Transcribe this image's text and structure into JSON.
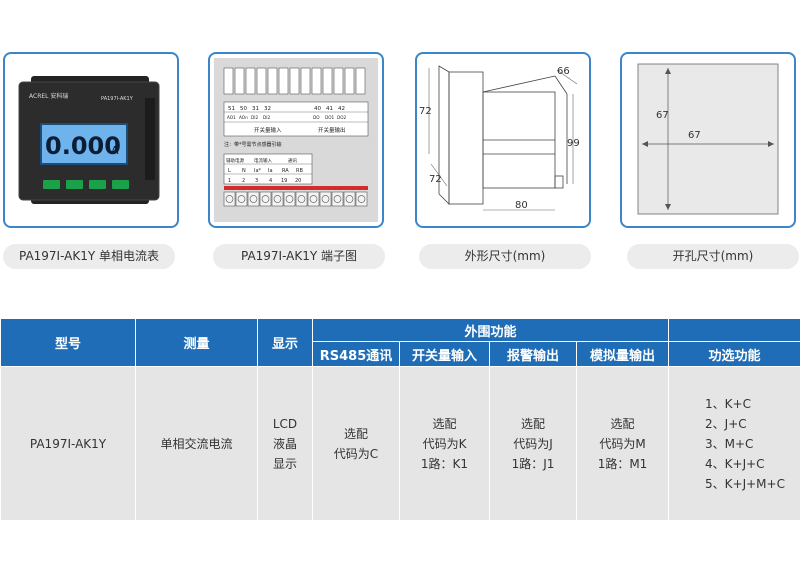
{
  "images": {
    "meter": {
      "brand": "ACREL 安科瑞",
      "model_label": "PA197I-AK1Y",
      "display_value": "0.000",
      "display_unit": "A"
    },
    "terminal": {
      "top_numbers": [
        "51",
        "50",
        "31",
        "32",
        "40",
        "41",
        "42"
      ],
      "top_codes": [
        "AO1",
        "AOn",
        "DI2",
        "DI2",
        "DO",
        "DO1",
        "DO2"
      ],
      "section_in": "开关量输入",
      "section_out": "开关量输出",
      "note": "注：带*号需节点感器引输",
      "bottom_groups": [
        "辅助电源",
        "电流输入",
        "通讯"
      ],
      "bottom_labels": [
        "L",
        "N",
        "Ia*",
        "Ia",
        "RA",
        "RB"
      ],
      "bottom_numbers": [
        "1",
        "2",
        "3",
        "4",
        "19",
        "20"
      ]
    },
    "outline": {
      "dim_top": "66",
      "dim_left": "72",
      "dim_bottom_left": "72",
      "dim_right": "99",
      "dim_bottom": "80"
    },
    "cutout": {
      "dim_vertical": "67",
      "dim_horizontal": "67"
    }
  },
  "captions": {
    "c1": "PA197I-AK1Y 单相电流表",
    "c2": "PA197I-AK1Y 端子图",
    "c3": "外形尺寸(mm)",
    "c4": "开孔尺寸(mm)"
  },
  "table": {
    "headers": {
      "model": "型号",
      "measure": "测量",
      "display": "显示",
      "peripheral": "外围功能",
      "rs485": "RS485通讯",
      "switch_in": "开关量输入",
      "alarm_out": "报警输出",
      "analog_out": "模拟量输出",
      "optional": "功选功能"
    },
    "row": {
      "model": "PA197I-AK1Y",
      "measure": "单相交流电流",
      "display": [
        "LCD",
        "液晶",
        "显示"
      ],
      "rs485": [
        "选配",
        "代码为C"
      ],
      "switch_in": [
        "选配",
        "代码为K",
        "1路：K1"
      ],
      "alarm_out": [
        "选配",
        "代码为J",
        "1路：J1"
      ],
      "analog_out": [
        "选配",
        "代码为M",
        "1路：M1"
      ],
      "optional": [
        "1、K+C",
        "2、J+C",
        "3、M+C",
        "4、K+J+C",
        "5、K+J+M+C"
      ]
    }
  },
  "colors": {
    "card_border": "#3b86c8",
    "header_bg": "#1f6db7",
    "body_bg": "#e5e5e5",
    "caption_bg": "#ececec",
    "lcd_bg": "#6fb3ec",
    "button_green": "#1aa14a",
    "terminal_red": "#d22d2d"
  }
}
